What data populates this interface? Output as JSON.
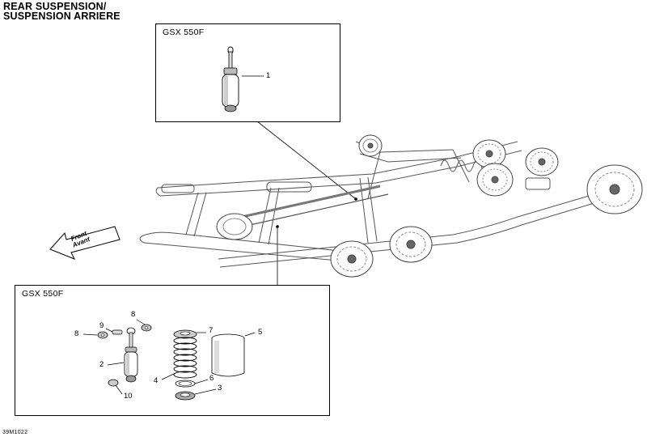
{
  "title": {
    "line1": "REAR SUSPENSION/",
    "line2": "SUSPENSION ARRIERE"
  },
  "top_box": {
    "model_label": "GSX 550F",
    "callouts": [
      "1"
    ]
  },
  "bottom_box": {
    "model_label": "GSX 550F",
    "callouts": [
      "8",
      "9",
      "8",
      "2",
      "10",
      "7",
      "4",
      "6",
      "3",
      "5"
    ]
  },
  "front_indicator": {
    "line1": "Front",
    "line2": "Avant"
  },
  "doc_ref": "39M1022",
  "colors": {
    "line": "#000000",
    "drawing_gray": "#555555",
    "part_shade": "#bbbbbb"
  }
}
